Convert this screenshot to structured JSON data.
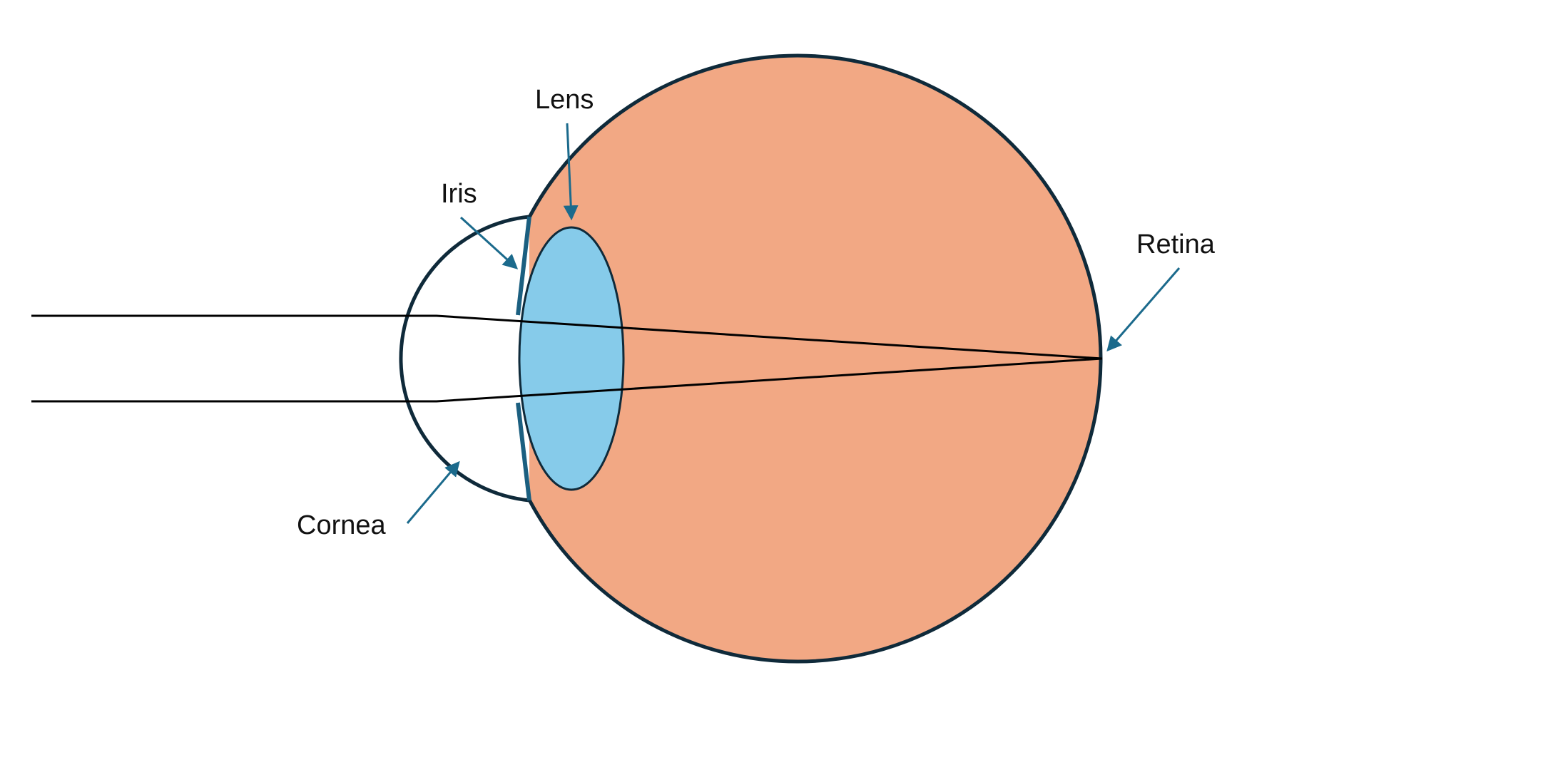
{
  "diagram": {
    "colors": {
      "eyeball_fill": "#f2a884",
      "outline": "#0f2a3a",
      "lens_fill": "#86cbea",
      "iris": "#1b5f80",
      "pointer": "#1b6a8c",
      "light_ray": "#000000",
      "background": "#ffffff"
    },
    "labels": {
      "lens": "Lens",
      "iris": "Iris",
      "retina": "Retina",
      "cornea": "Cornea"
    }
  }
}
